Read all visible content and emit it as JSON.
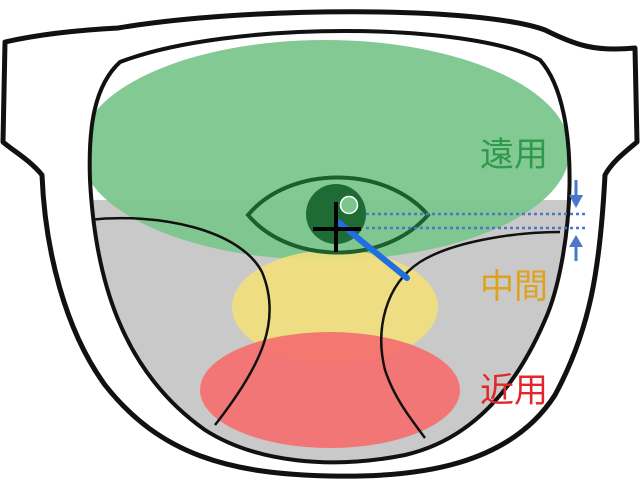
{
  "labels": {
    "far": "遠用",
    "intermediate": "中間",
    "near": "近用"
  },
  "colors": {
    "far_zone": "#7cc68e",
    "intermediate_zone": "#f2df7a",
    "near_zone": "#f56f6f",
    "blur_zone": "#c9c9c9",
    "frame_stroke": "#111111",
    "eye_fill": "#1f6b35",
    "eye_outline": "#1b5e2f",
    "sight_line": "#1f6fe0",
    "offset_marker": "#4a78c8",
    "label_far": "#2e9a4c",
    "label_intermediate": "#e0a11c",
    "label_near": "#e2262a"
  },
  "icons": {
    "eye": "eye-icon",
    "crosshair": "fitting-cross-icon",
    "arrow_down": "arrow-down-icon",
    "arrow_up": "arrow-up-icon"
  }
}
